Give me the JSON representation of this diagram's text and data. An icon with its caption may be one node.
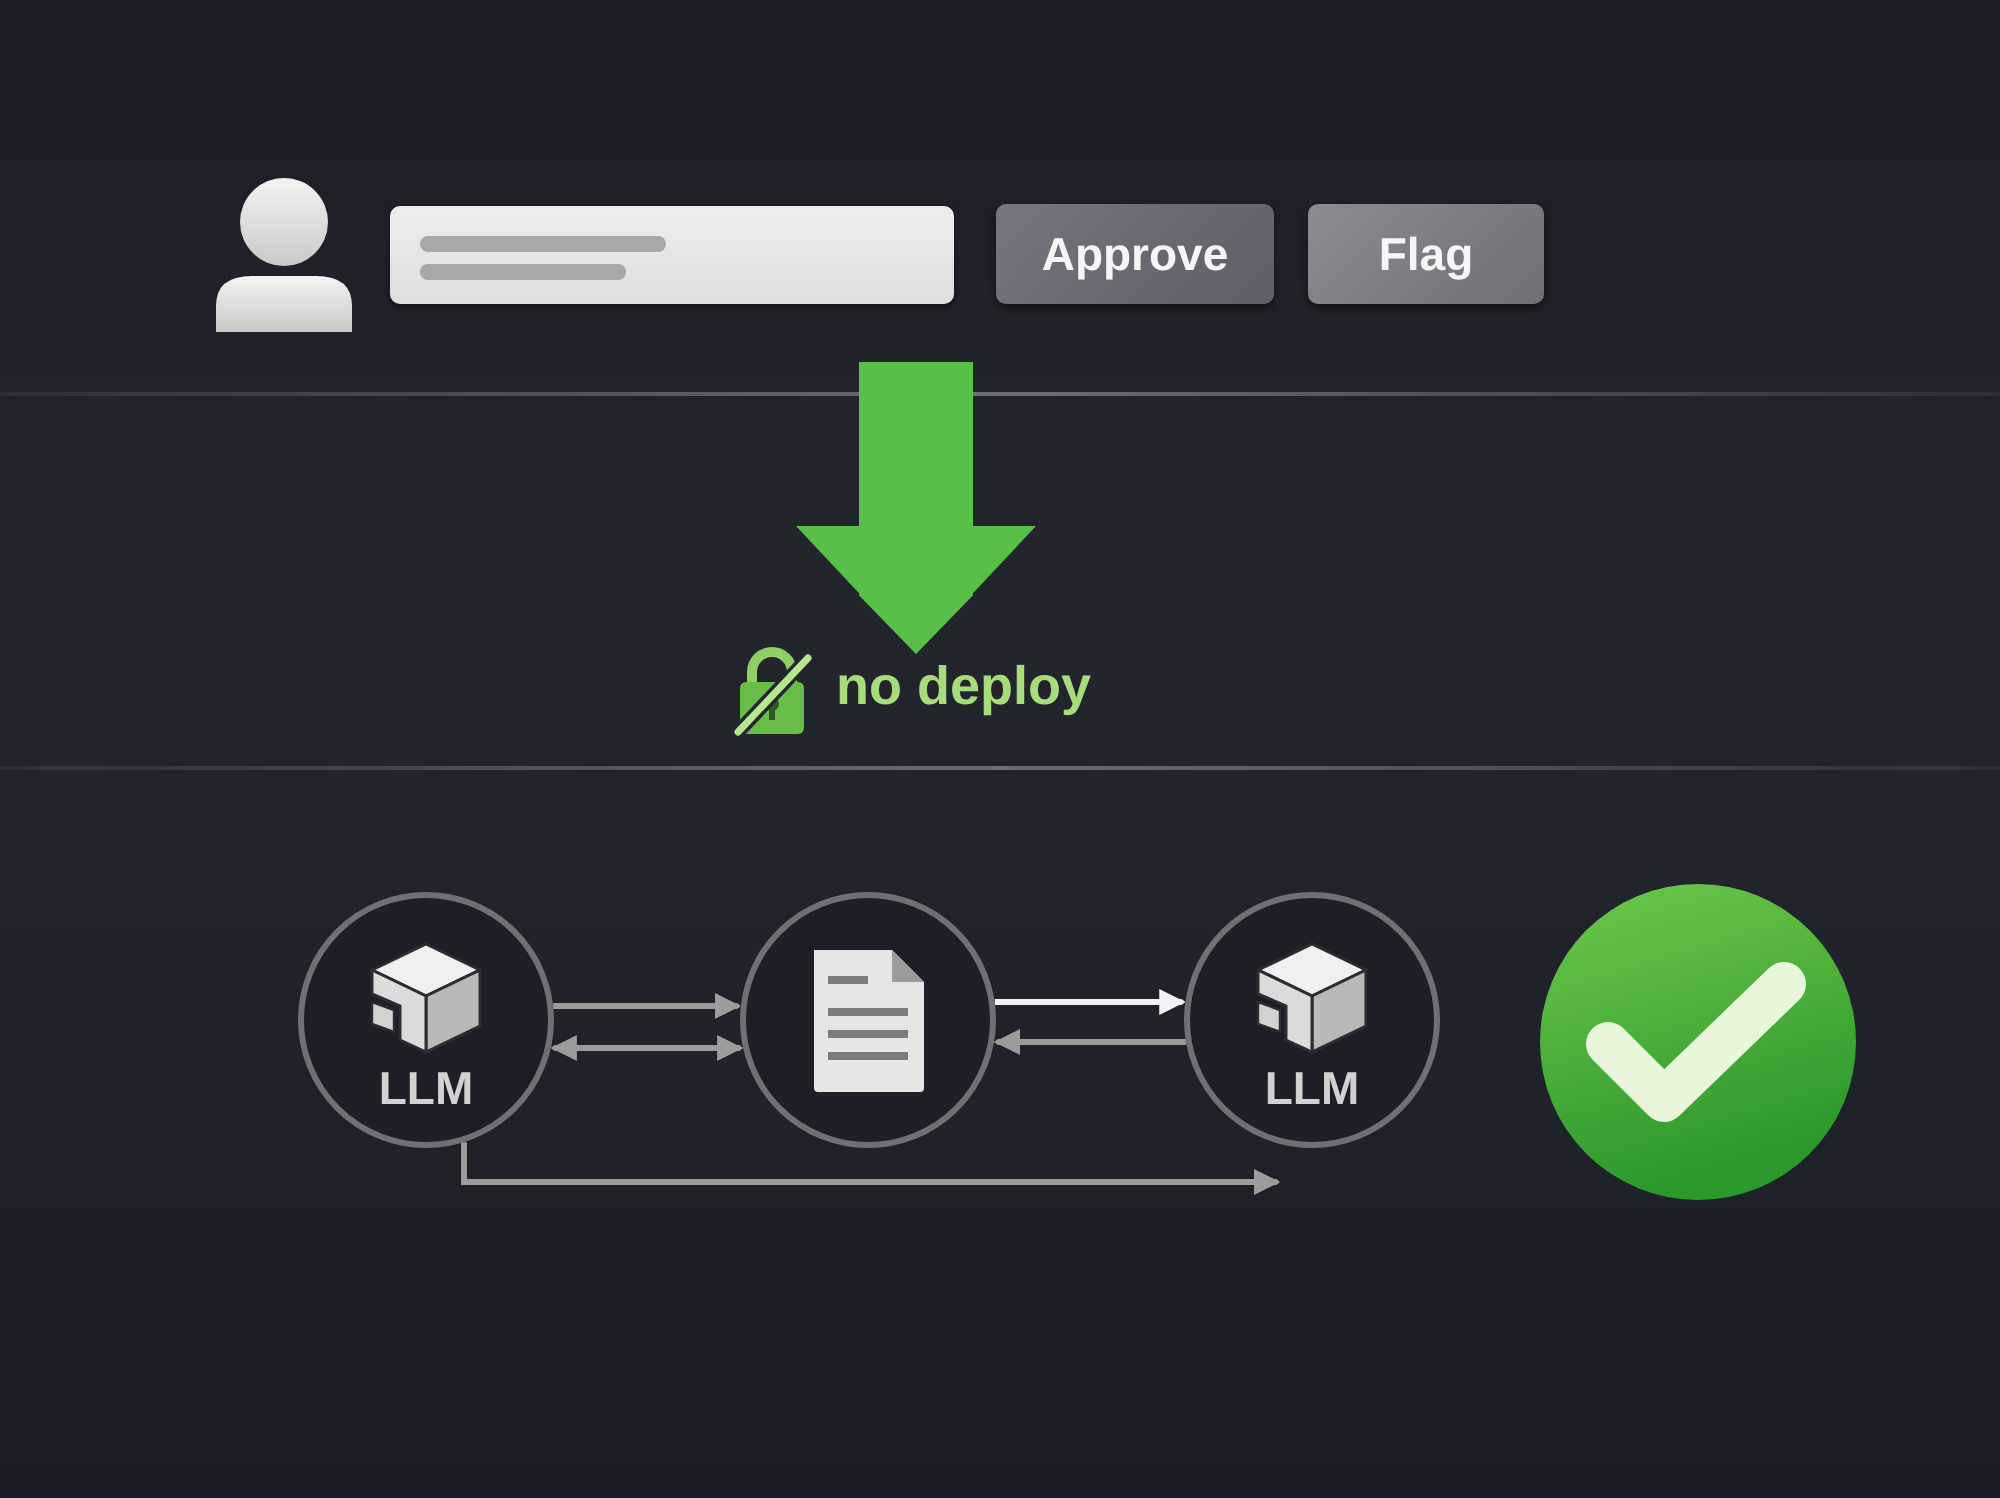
{
  "diagram": {
    "nodes": [
      {
        "text": [],
        "shape": "box"
      },
      {
        "text": [
          "Approve"
        ]
      },
      {
        "text": [
          "Flag"
        ]
      },
      {
        "text": [
          "no deploy"
        ]
      },
      {
        "text": [
          "LLM"
        ]
      },
      {
        "text": [],
        "shape": "circle"
      },
      {
        "text": [
          "LLM"
        ]
      }
    ],
    "edges": [
      {
        "from": null,
        "to": 3,
        "arrow": "to",
        "style": "thick",
        "color": "#58c046"
      },
      {
        "from": 4,
        "to": 5,
        "arrow": "to"
      },
      {
        "from": 4,
        "to": 5,
        "arrow": "both"
      },
      {
        "from": 5,
        "to": 6,
        "arrow": "to",
        "color": "#f2f2f2"
      },
      {
        "from": 6,
        "to": 5,
        "arrow": "to"
      },
      {
        "from": 4,
        "to": 6,
        "arrow": "to"
      }
    ]
  }
}
